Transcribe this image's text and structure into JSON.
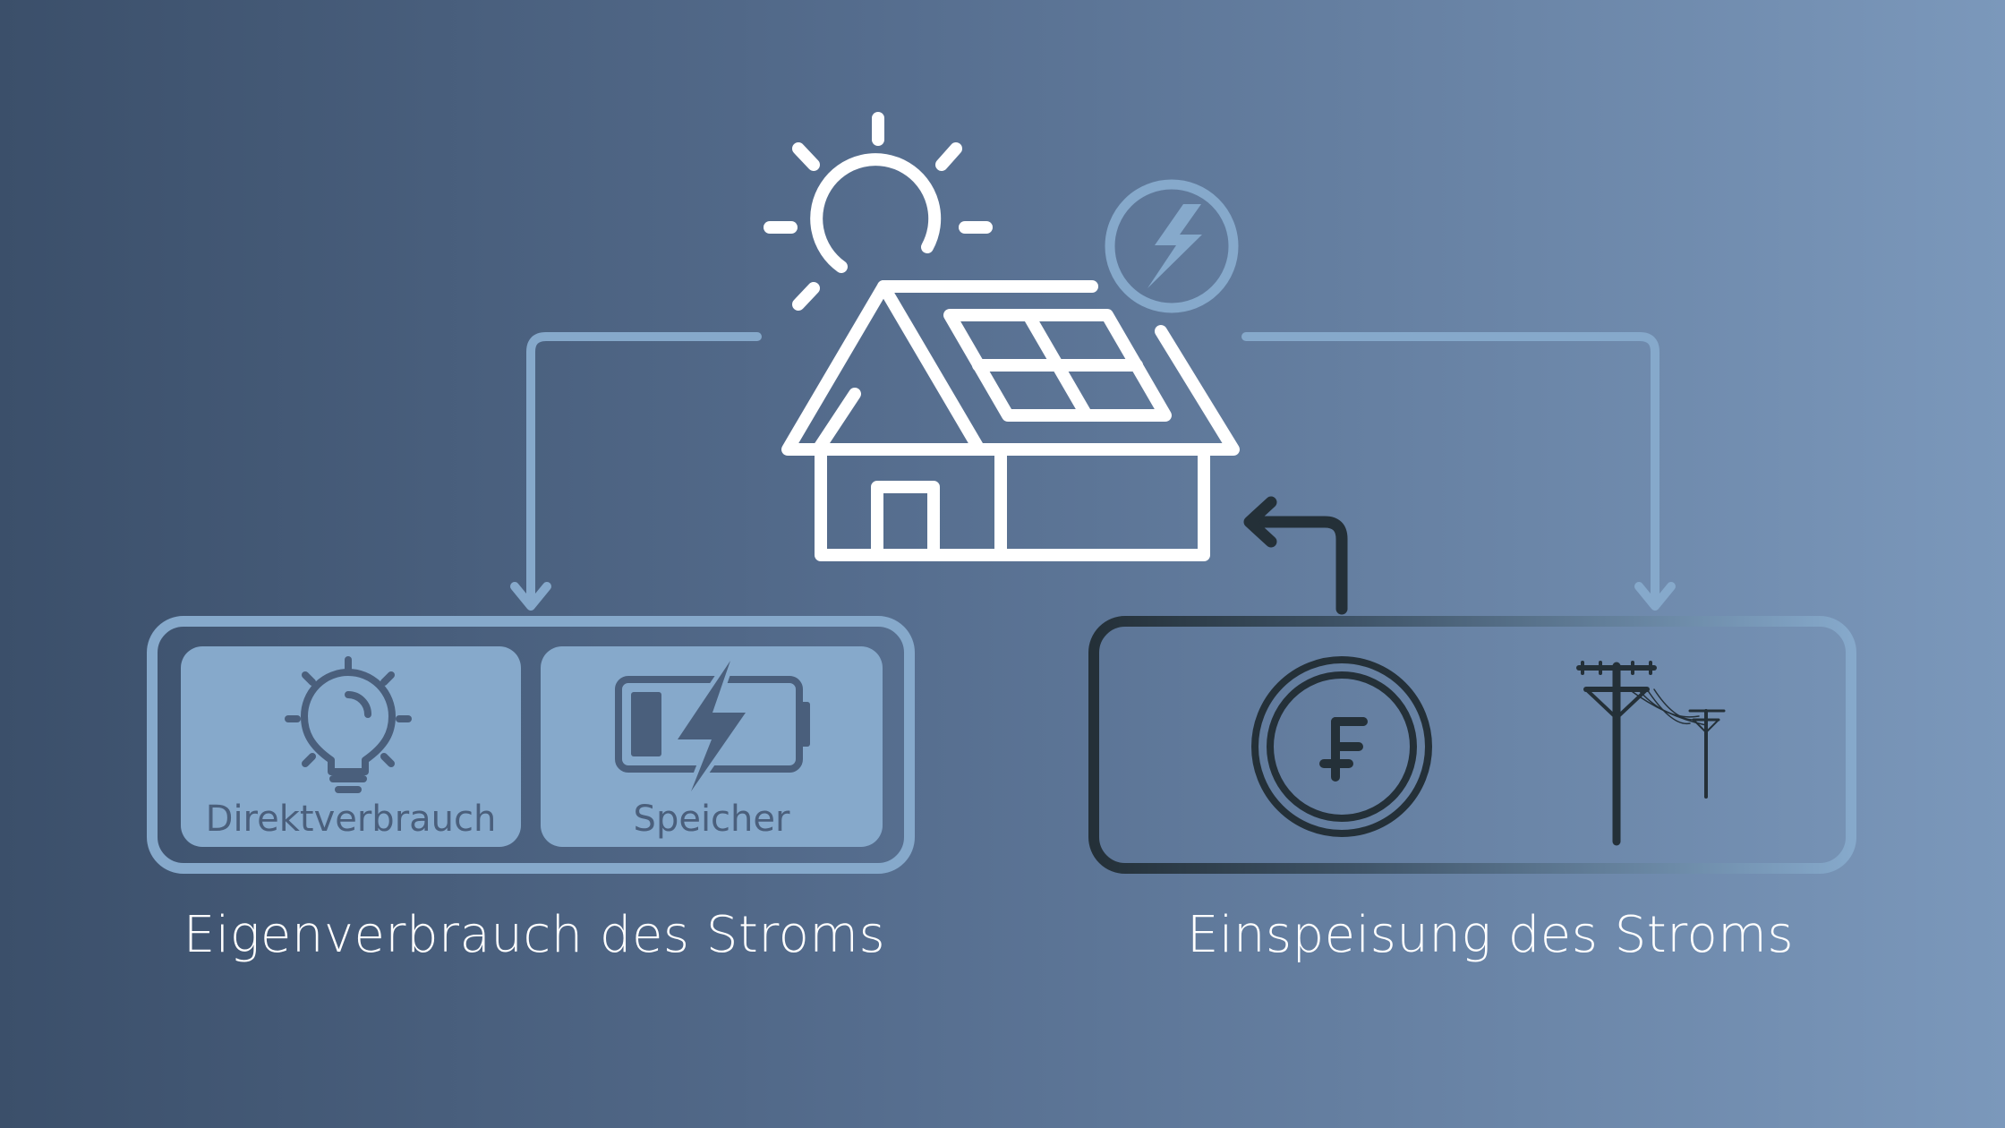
{
  "left_group": {
    "caption": "Eigenverbrauch des Stroms",
    "cards": [
      {
        "label": "Direktverbrauch",
        "icon": "lightbulb-icon"
      },
      {
        "label": "Speicher",
        "icon": "battery-charging-icon"
      }
    ]
  },
  "right_group": {
    "caption": "Einspeisung des Stroms",
    "icons": [
      "franc-coin-icon",
      "power-pole-icon"
    ]
  },
  "center": {
    "icons": [
      "sun-icon",
      "house-solar-panel-icon",
      "lightning-badge-icon"
    ]
  },
  "colors": {
    "background_start": "#3b4f6a",
    "background_end": "#7b98bb",
    "accent_light_blue": "#86a9cb",
    "dark_ink": "#243038",
    "icon_white": "#ffffff"
  }
}
